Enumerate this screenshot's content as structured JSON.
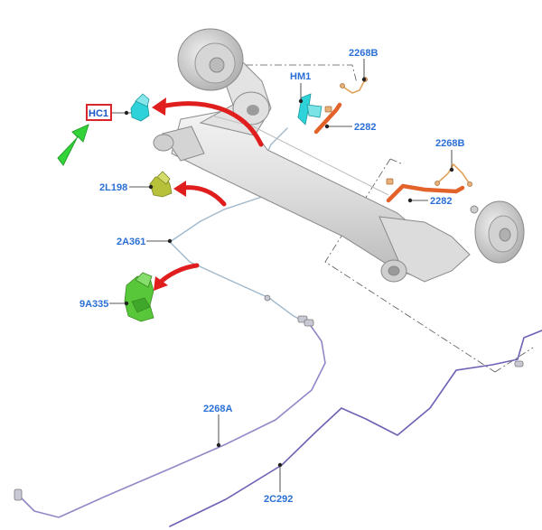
{
  "labels": {
    "hc1": "HC1",
    "l2268b_top": "2268B",
    "hm1": "HM1",
    "l2282_top": "2282",
    "l2268b_right": "2268B",
    "l2282_right": "2282",
    "l2l198": "2L198",
    "l2a361": "2A361",
    "l9a335": "9A335",
    "l2268a": "2268A",
    "l2c292": "2C292"
  },
  "colors": {
    "label_blue": "#2a6fd6",
    "highlight_box": "#d8262a",
    "pointer_arrow": "#e01e1e",
    "green_arrow": "#33d43a",
    "part_cyan": "#2ed3d9",
    "part_green": "#58c83a",
    "part_olive": "#b7c23a",
    "hose_orange": "#e2622a",
    "pipe_purple": "#8f88c7"
  },
  "icons": {
    "hc1": "cyan-bracket-part-icon",
    "hm1": "cyan-clip-part-icon",
    "l2l198": "olive-bracket-part-icon",
    "l9a335": "green-bracket-part-icon"
  }
}
